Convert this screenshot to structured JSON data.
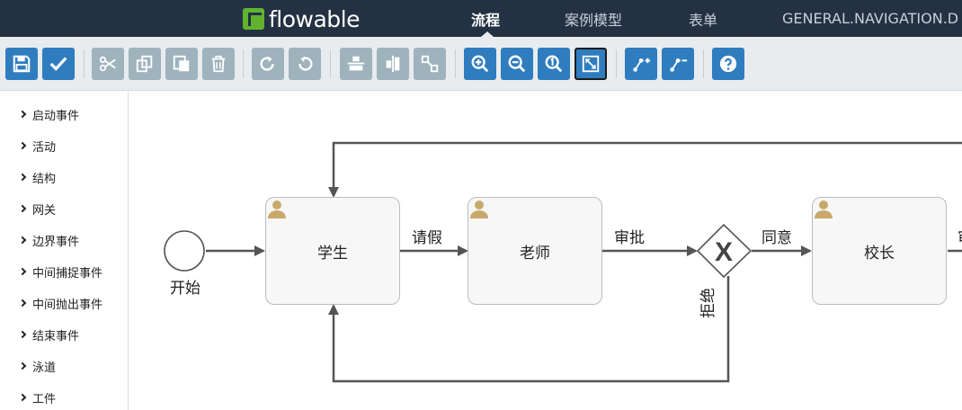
{
  "app": {
    "brand": "flowable",
    "nav": [
      {
        "label": "流程",
        "active": true
      },
      {
        "label": "案例模型",
        "active": false
      },
      {
        "label": "表单",
        "active": false
      },
      {
        "label": "GENERAL.NAVIGATION.D",
        "active": false
      }
    ]
  },
  "colors": {
    "topbar": "#233142",
    "brand_green": "#61b32f",
    "toolbar_blue": "#2f7dbf",
    "toolbar_gray": "#9fb3bd",
    "user_icon": "#c9a96b"
  },
  "toolbar": {
    "buttons": [
      {
        "icon": "save-icon",
        "enabled": true
      },
      {
        "icon": "check-icon",
        "enabled": true
      },
      {
        "icon": "cut-icon",
        "enabled": false
      },
      {
        "icon": "copy-icon",
        "enabled": false
      },
      {
        "icon": "paste-icon",
        "enabled": false
      },
      {
        "icon": "trash-icon",
        "enabled": false
      },
      {
        "icon": "redo-icon",
        "enabled": false
      },
      {
        "icon": "undo-icon",
        "enabled": false
      },
      {
        "icon": "align-horizontal-icon",
        "enabled": false
      },
      {
        "icon": "align-vertical-icon",
        "enabled": false
      },
      {
        "icon": "same-size-icon",
        "enabled": false
      },
      {
        "icon": "zoom-in-icon",
        "enabled": true
      },
      {
        "icon": "zoom-out-icon",
        "enabled": true
      },
      {
        "icon": "zoom-actual-icon",
        "enabled": true
      },
      {
        "icon": "zoom-fit-icon",
        "enabled": true,
        "selected": true
      },
      {
        "icon": "add-bendpoint-icon",
        "enabled": true
      },
      {
        "icon": "remove-bendpoint-icon",
        "enabled": true
      },
      {
        "icon": "help-icon",
        "enabled": true
      }
    ]
  },
  "sidebar": {
    "items": [
      "启动事件",
      "活动",
      "结构",
      "网关",
      "边界事件",
      "中间捕捉事件",
      "中间抛出事件",
      "结束事件",
      "泳道",
      "工件"
    ]
  },
  "diagram": {
    "start_event": {
      "label": "开始"
    },
    "tasks": [
      {
        "label": "学生"
      },
      {
        "label": "老师"
      },
      {
        "label": "校长"
      }
    ],
    "gateway": {
      "type": "exclusive",
      "symbol": "X"
    },
    "flows": {
      "request": "请假",
      "approve": "审批",
      "agree": "同意",
      "reject": "拒绝",
      "next_cut": "审"
    }
  }
}
